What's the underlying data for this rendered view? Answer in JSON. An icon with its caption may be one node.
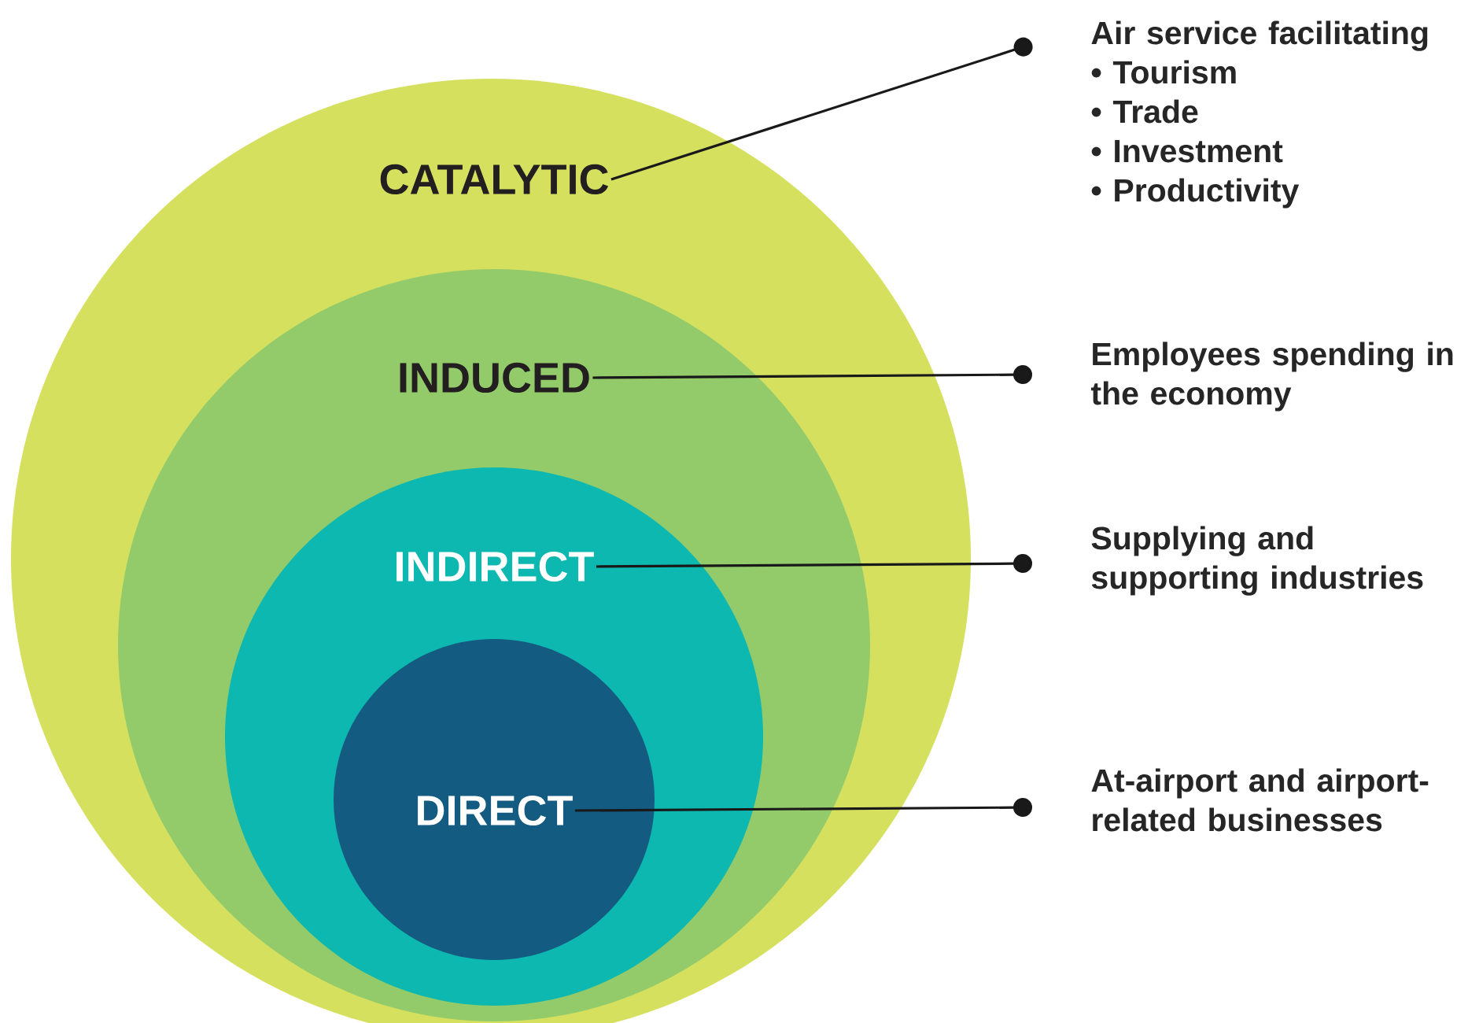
{
  "diagram": {
    "nodes": [
      {
        "text": [
          "CATALYTIC"
        ]
      },
      {
        "text": [
          "INDUCED"
        ],
        "in": 0
      },
      {
        "text": [
          "INDIRECT"
        ],
        "in": 1
      },
      {
        "text": [
          "DIRECT"
        ],
        "in": 2
      },
      {
        "text": [
          "Air service facilitating",
          "• Tourism",
          "• Trade",
          "• Investment",
          "• Productivity"
        ]
      },
      {
        "text": [
          "Employees spending in the economy"
        ]
      },
      {
        "text": [
          "Supplying and supporting industries"
        ]
      },
      {
        "text": [
          "At-airport and airport-related businesses"
        ]
      }
    ],
    "edges": [
      {
        "from": 0,
        "to": 4,
        "arrow": "other"
      },
      {
        "from": 1,
        "to": 5,
        "arrow": "other"
      },
      {
        "from": 2,
        "to": 6,
        "arrow": "other"
      },
      {
        "from": 3,
        "to": 7,
        "arrow": "other"
      }
    ]
  }
}
